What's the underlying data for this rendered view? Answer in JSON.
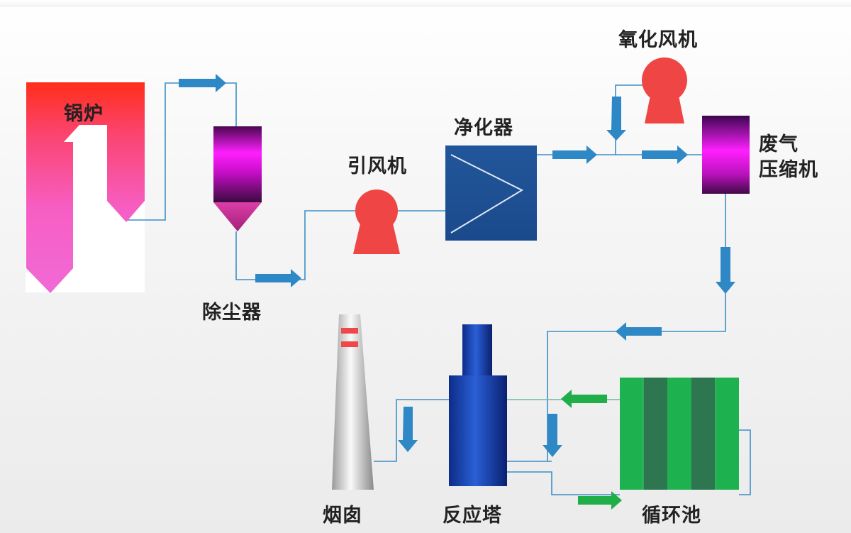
{
  "labels": {
    "boiler": "锅炉",
    "dust_collector": "除尘器",
    "induced_fan": "引风机",
    "purifier": "净化器",
    "oxidation_fan": "氧化风机",
    "compressor_line1": "废气",
    "compressor_line2": "压缩机",
    "chimney": "烟囱",
    "reaction_tower": "反应塔",
    "circulation_pool": "循环池"
  },
  "colors": {
    "pipe": "#3c8fc6",
    "flow_arrow": "#2f88c6",
    "return_arrow": "#1fae48",
    "fan": "#f04545",
    "purifier": "#1b4f93",
    "tower": "#1640a0",
    "pool": "#1db24f",
    "pool_dark": "#2d7650"
  }
}
